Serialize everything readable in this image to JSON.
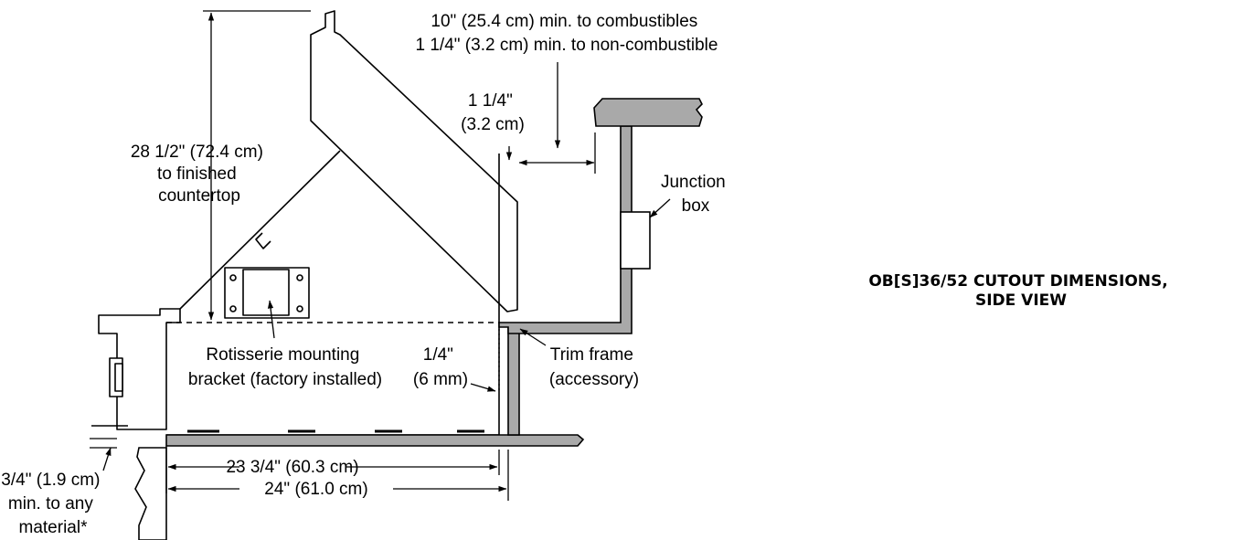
{
  "figure_title": {
    "line1": "OB[S]36/52 CUTOUT DIMENSIONS,",
    "line2": "SIDE VIEW"
  },
  "labels": {
    "height": [
      "28 1/2\" (72.4 cm)",
      "to finished",
      "countertop"
    ],
    "clearance_top": [
      "10\" (25.4 cm) min. to combustibles",
      "1 1/4\" (3.2 cm) min. to non-combustible"
    ],
    "clearance_side": [
      "1 1/4\"",
      "(3.2 cm)"
    ],
    "junction_box": [
      "Junction",
      "box"
    ],
    "rotisserie": [
      "Rotisserie mounting",
      "bracket (factory installed)"
    ],
    "gap": [
      "1/4\"",
      "(6 mm)"
    ],
    "trim_frame": [
      "Trim frame",
      "(accessory)"
    ],
    "depth_inner": "23 3/4\" (60.3 cm)",
    "depth_outer": "24\" (61.0 cm)",
    "bottom_clearance": [
      "3/4\" (1.9 cm)",
      "min. to any",
      "material*"
    ]
  }
}
